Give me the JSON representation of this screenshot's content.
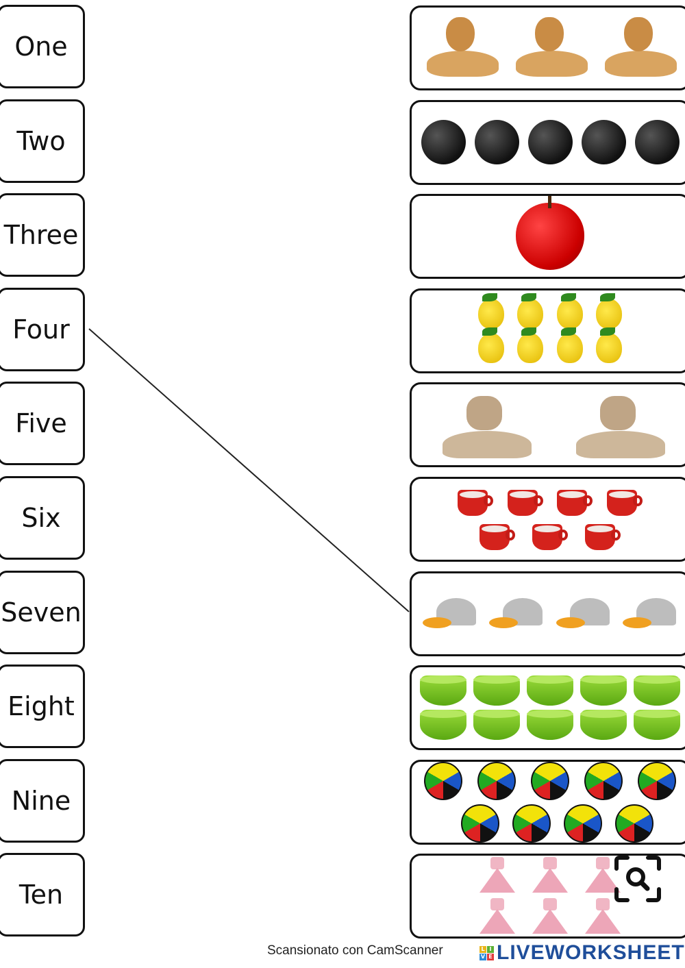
{
  "labels": [
    "One",
    "Two",
    "Three",
    "Four",
    "Five",
    "Six",
    "Seven",
    "Eight",
    "Nine",
    "Ten"
  ],
  "pictures": [
    {
      "item": "dog",
      "count": 3
    },
    {
      "item": "black-ball",
      "count": 5
    },
    {
      "item": "apple",
      "count": 1
    },
    {
      "item": "lemon",
      "count": 8
    },
    {
      "item": "cat",
      "count": 2
    },
    {
      "item": "cup",
      "count": 7
    },
    {
      "item": "cap",
      "count": 4
    },
    {
      "item": "bowl",
      "count": 10
    },
    {
      "item": "soccer-ball",
      "count": 9
    },
    {
      "item": "dress",
      "count": 6
    }
  ],
  "match_line": {
    "from": "Four",
    "to": "cap"
  },
  "footer": {
    "scanner_text": "Scansionato con CamScanner",
    "logo_text": "LIVEWORKSHEETS",
    "logo_letters": [
      "L",
      "I",
      "V",
      "E"
    ]
  },
  "colors": {
    "line": "#222222",
    "logo": "#1f4e9a"
  }
}
